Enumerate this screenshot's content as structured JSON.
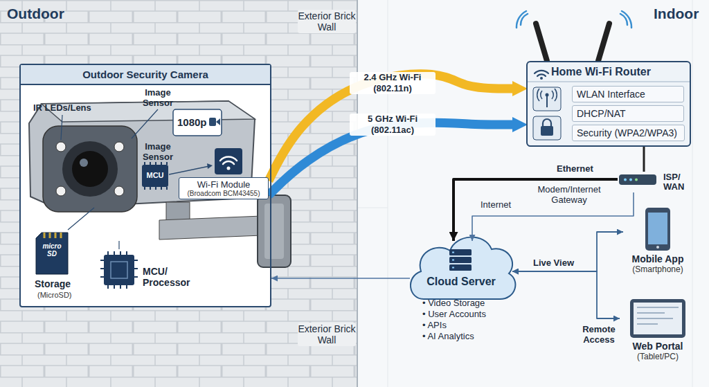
{
  "diagram": {
    "nodes": [
      {
        "text": [
          "Outdoor Security Camera"
        ]
      },
      {
        "text": [
          "Wi-Fi Module",
          "(Broadcom BCM43455)"
        ],
        "in": 0
      },
      {
        "text": [
          "Home Wi-Fi Router"
        ]
      },
      {
        "text": [
          "WLAN Interface"
        ],
        "in": 2
      },
      {
        "text": [
          "DHCP/NAT"
        ],
        "in": 2
      },
      {
        "text": [
          "Security (WPA2/WPA3)"
        ],
        "in": 2
      },
      {
        "text": [
          "ISP/ WAN"
        ]
      },
      {
        "text": [
          "Cloud Server",
          "• Video Storage",
          "• User Accounts",
          "• APIs",
          "• AI Analytics"
        ]
      },
      {
        "text": [
          "Mobile App",
          "(Smartphone)"
        ]
      },
      {
        "text": [
          "Web Portal",
          "(Tablet/PC)"
        ]
      }
    ],
    "edges": [
      {
        "from": 1,
        "to": 2,
        "arrow": "to",
        "label": "2.4 GHz Wi-Fi (802.11n)"
      },
      {
        "from": 1,
        "to": 2,
        "arrow": "to",
        "label": "5 GHz Wi-Fi (802.11ac)"
      },
      {
        "from": 2,
        "to": 6,
        "arrow": "none"
      },
      {
        "from": 6,
        "to": 7,
        "arrow": "to",
        "label": "Ethernet"
      },
      {
        "from": 6,
        "to": 7,
        "arrow": "to",
        "label": "Internet"
      },
      {
        "from": 7,
        "to": 0,
        "arrow": "to"
      },
      {
        "from": 7,
        "to": 8,
        "arrow": "both",
        "label": "Live View"
      },
      {
        "from": 7,
        "to": 9,
        "arrow": "both",
        "label": "Remote Access"
      }
    ],
    "labels": [
      "Outdoor",
      "Exterior Brick Wall",
      "Indoor",
      "IR LEDs/Lens",
      "Image Sensor",
      "1080p",
      "Image Sensor",
      "MCU",
      "micro SD",
      "Storage",
      "(MicroSD)",
      "MCU/ Processor",
      "Modem/Internet Gateway",
      "Exterior Brick Wall"
    ]
  }
}
